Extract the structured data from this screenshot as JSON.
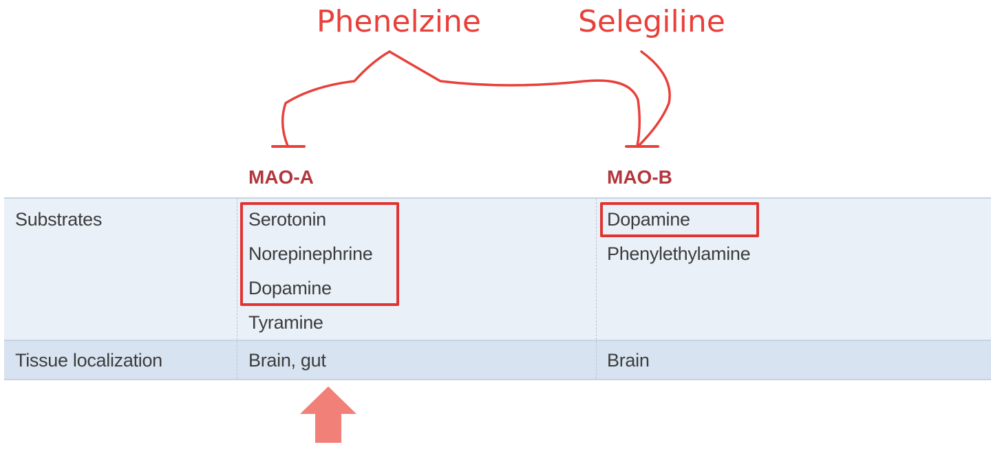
{
  "annotations": {
    "drugs": [
      "Phenelzine",
      "Selegiline"
    ],
    "color": "#e8403a"
  },
  "table": {
    "columns": [
      "MAO-A",
      "MAO-B"
    ],
    "rows": [
      {
        "label": "Substrates",
        "col_a": [
          "Serotonin",
          "Norepinephrine",
          "Dopamine",
          "Tyramine"
        ],
        "col_b": [
          "Dopamine",
          "Phenylethylamine"
        ]
      },
      {
        "label": "Tissue localization",
        "col_a": "Brain, gut",
        "col_b": "Brain"
      }
    ],
    "header_color": "#b2363c",
    "row_bg": "#e9f0f8",
    "highlight_color": "#e03432"
  },
  "arrow": {
    "direction": "up",
    "color": "#f08078"
  }
}
